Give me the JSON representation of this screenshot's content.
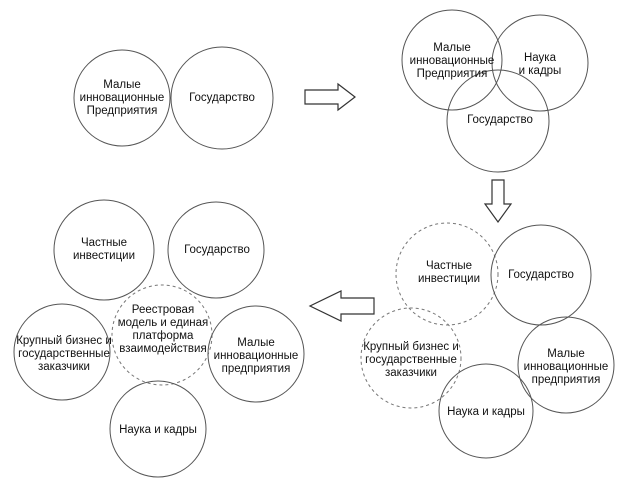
{
  "colors": {
    "circle_stroke": "#555555",
    "dashed_stroke": "#777777",
    "arrow_stroke": "#333333",
    "text": "#111111",
    "background": "#ffffff"
  },
  "stage1": {
    "small_innovative_enterprises": "Малые\nинновационные\nПредприятия",
    "state": "Государство"
  },
  "stage2": {
    "small_innovative_enterprises": "Малые\nинновационные\nПредприятия",
    "science_and_staff": "Наука\nи кадры",
    "state": "Государство"
  },
  "stage3": {
    "private_investment": "Частные\nинвестиции",
    "state": "Государство",
    "big_business": "Крупный бизнес и\nгосударственные\nзаказчики",
    "small_innovative_enterprises": "Малые\nинновационные\nпредприятия",
    "science_and_staff": "Наука и кадры"
  },
  "stage4": {
    "private_investment": "Частные\nинвестиции",
    "state": "Государство",
    "registry_platform": "Реестровая\nмодель и единая\nплатформа\nвзаимодействия",
    "big_business": "Крупный бизнес и\nгосударственные\nзаказчики",
    "small_innovative_enterprises": "Малые\nинновационные\nпредприятия",
    "science_and_staff": "Наука и кадры"
  }
}
